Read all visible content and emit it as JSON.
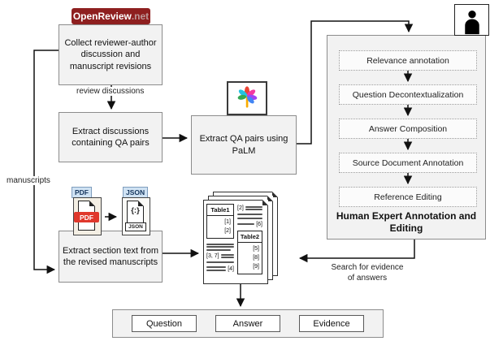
{
  "logo": {
    "bold": "OpenReview",
    "suffix": ".net"
  },
  "boxes": {
    "collect": "Collect reviewer-author discussion and manuscript revisions",
    "extract_discussions": "Extract discussions containing QA pairs",
    "extract_qa": "Extract QA pairs using PaLM",
    "extract_sections": "Extract section text from the revised manuscripts"
  },
  "edge_labels": {
    "review_discussions": "review discussions",
    "manuscripts": "manuscripts",
    "search_evidence": "Search for evidence of answers"
  },
  "annotation_panel": {
    "steps": [
      "Relevance annotation",
      "Question Decontextualization",
      "Answer Composition",
      "Source Document Annotation",
      "Reference Editing"
    ],
    "title": "Human Expert Annotation and Editing"
  },
  "file_icons": {
    "pdf_chip": "PDF",
    "pdf_banner": "PDF",
    "json_chip": "JSON",
    "json_glyph": "{:}",
    "json_banner": "JSON"
  },
  "icons": {
    "person": "human-annotator-icon",
    "palm": "palm-tree-logo-icon",
    "pdf": "pdf-file-icon",
    "json": "json-file-icon"
  },
  "document": {
    "table1_label": "Table1",
    "table1_refs": [
      "[1]",
      "[2]"
    ],
    "ref_3_7": "[3, 7]",
    "ref_4": "[4]",
    "ref_2": "[2]",
    "ref_6": "[6]",
    "table2_label": "Table2",
    "table2_refs": [
      "[5]",
      "[8]",
      "[9]"
    ]
  },
  "output_box": {
    "items": [
      "Question",
      "Answer",
      "Evidence"
    ]
  },
  "colors": {
    "openreview_red": "#8e1f1f",
    "pdf_red": "#e0382c",
    "chip_blue_bg": "#cfe2f3",
    "chip_blue_text": "#17375e",
    "box_fill": "#f2f2f2",
    "box_border": "#8c8c8c"
  }
}
